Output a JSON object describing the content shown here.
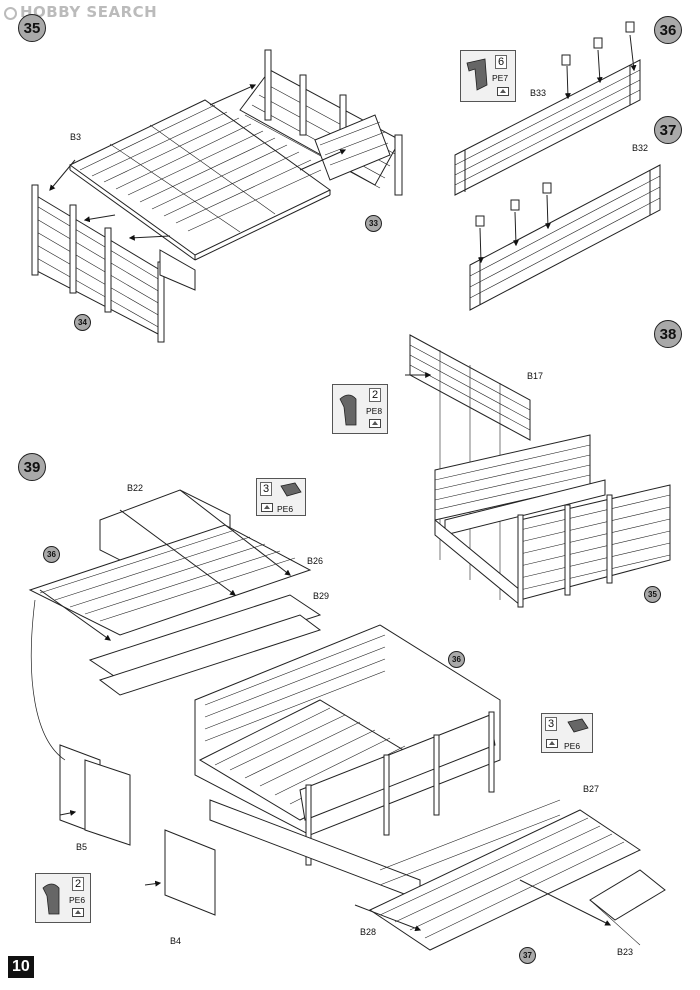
{
  "watermark": "HOBBY SEARCH",
  "page_number": "10",
  "steps": {
    "s35": "35",
    "s36": "36",
    "s37": "37",
    "s38": "38",
    "s39": "39"
  },
  "refs": {
    "r33a": "33",
    "r34": "34",
    "r35": "35",
    "r36a": "36",
    "r36b": "36",
    "r37": "37"
  },
  "labels": {
    "b3": "B3",
    "b33": "B33",
    "b32": "B32",
    "b17": "B17",
    "b22": "B22",
    "b26": "B26",
    "b29": "B29",
    "b27": "B27",
    "b5": "B5",
    "b4": "B4",
    "b28": "B28",
    "b23": "B23"
  },
  "callouts": {
    "pe7": {
      "qty": "6",
      "part": "PE7"
    },
    "pe8": {
      "qty": "2",
      "part": "PE8"
    },
    "pe6a": {
      "qty": "3",
      "part": "PE6"
    },
    "pe6b": {
      "qty": "3",
      "part": "PE6"
    },
    "pe6c": {
      "qty": "2",
      "part": "PE6"
    }
  }
}
